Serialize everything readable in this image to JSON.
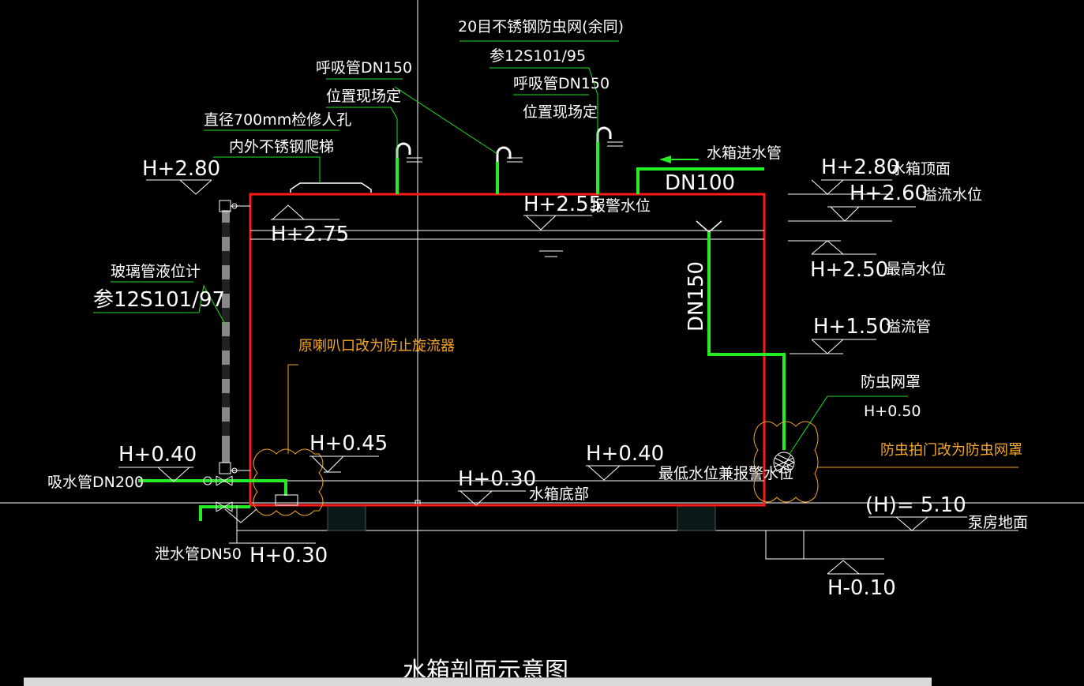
{
  "title": "水箱剖面示意图",
  "colors": {
    "tank": "#ff1a1a",
    "pipe": "#22ee22",
    "line": "#ffffff",
    "leader": "#22dd22",
    "note": "#f5a623"
  },
  "levels": {
    "top_left": "H+2.80",
    "tank_top_inner": "H+2.75",
    "alarm": "H+2.55",
    "alarm_label": "报警水位",
    "tank_top": "H+2.80",
    "tank_top_label": "水箱顶面",
    "overflow_level": "H+2.60",
    "overflow_level_label": "溢流水位",
    "max_level": "H+2.50",
    "max_level_label": "最高水位",
    "overflow_pipe": "H+1.50",
    "overflow_pipe_label": "溢流管",
    "suction": "H+0.40",
    "vortex": "H+0.45",
    "min_level": "H+0.40",
    "min_level_label": "最低水位兼报警水位",
    "bottom": "H+0.30",
    "bottom_label": "水箱底部",
    "drain": "H+0.30",
    "screen": "H+0.50",
    "floor": "(H)=  5.10",
    "floor_label": "泵房地面",
    "base": "H-0.10"
  },
  "labels": {
    "mesh_line1": "20目不锈钢防虫网(余同)",
    "mesh_line2": "参12S101/95",
    "vent2_line1": "呼吸管DN150",
    "vent2_line2": "位置现场定",
    "vent1_line1": "呼吸管DN150",
    "vent1_line2": "位置现场定",
    "manhole_line1": "直径700mm检修人孔",
    "manhole_line2": "内外不锈钢爬梯",
    "inlet": "水箱进水管",
    "inlet_dn": "DN100",
    "overflow_dn": "DN150",
    "gauge_line1": "玻璃管液位计",
    "gauge_line2": "参12S101/97",
    "vortex_note": "原喇叭口改为防止旋流器",
    "suction_pipe": "吸水管DN200",
    "drain_pipe": "泄水管DN50",
    "screen_label": "防虫网罩",
    "screen_note": "防虫拍门改为防虫网罩"
  }
}
